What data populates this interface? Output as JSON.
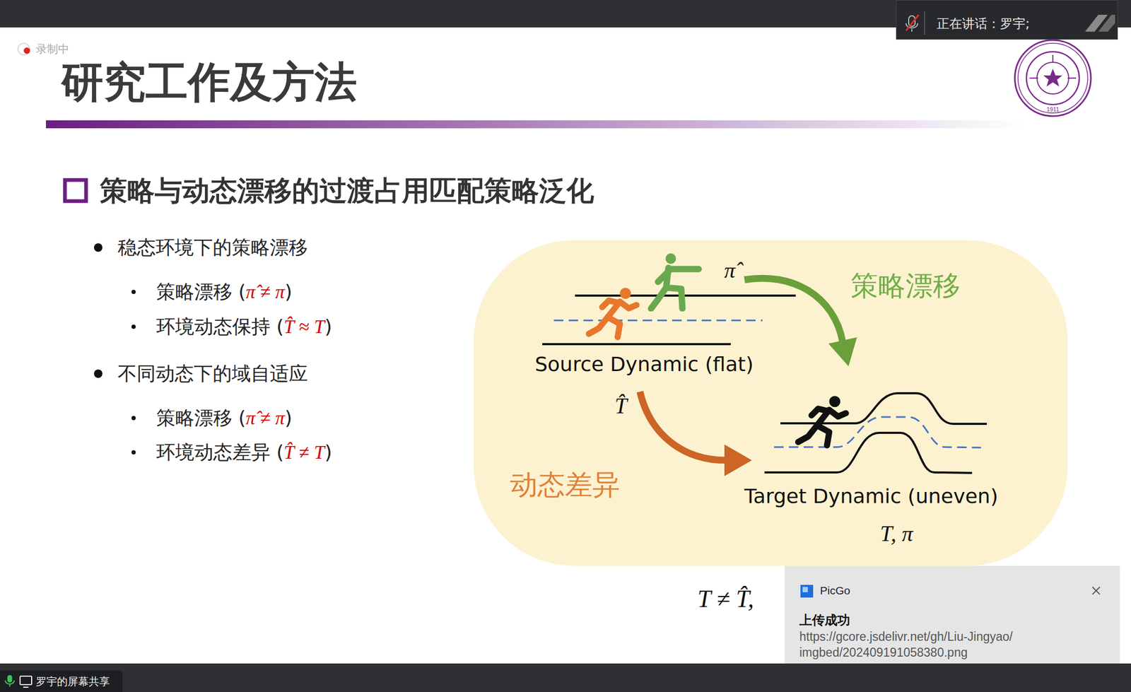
{
  "diagram": {
    "title": "研究工作及方法",
    "nodes": [
      {
        "text": [
          "正在讲话：罗宇;"
        ]
      },
      {
        "text": [
          "π̂",
          "策略漂移",
          "Source Dynamic (flat)",
          "T̂",
          "Target Dynamic (uneven)",
          "动态差异",
          "T, π"
        ]
      },
      {
        "text": [
          "PicGo",
          "上传成功",
          "https://gcore.jsdelivr.net/gh/Liu-Jingyao/ imgbed/202409191058380.png"
        ]
      },
      {
        "text": [
          "罗宇的屏幕共享"
        ]
      }
    ],
    "labels": [
      "录制中",
      "策略与动态漂移的过渡占用匹配策略泛化",
      "稳态环境下的策略漂移",
      "策略漂移 (π̂ ≠ π)",
      "环境动态保持 (T̂ ≈ T)",
      "不同动态下的域自适应",
      "策略漂移 (π̂ ≠ π)",
      "环境动态差异 (T̂ ≠ T)",
      "T ≠ T̂,",
      "1911"
    ]
  }
}
